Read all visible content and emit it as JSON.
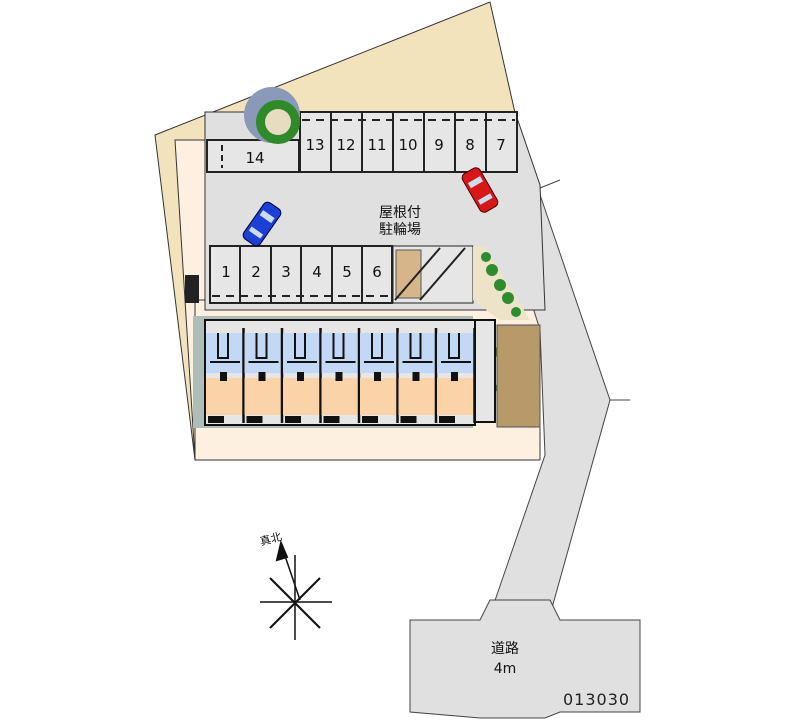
{
  "parking": {
    "top_row": [
      "13",
      "12",
      "11",
      "10",
      "9",
      "8",
      "7"
    ],
    "bay_14": "14",
    "bottom_row": [
      "1",
      "2",
      "3",
      "4",
      "5",
      "6"
    ]
  },
  "bicycle_parking": {
    "line1": "屋根付",
    "line2": "駐輪場"
  },
  "compass": {
    "label": "真北"
  },
  "road": {
    "line1": "道路",
    "line2": "4m"
  },
  "property_code": "013030",
  "colors": {
    "land": "#f2e3bd",
    "paving": "#e0e0e0",
    "unit_floor": "#fbd3a8",
    "unit_wet": "#c3d8f5",
    "site": "#fdf0e0"
  }
}
